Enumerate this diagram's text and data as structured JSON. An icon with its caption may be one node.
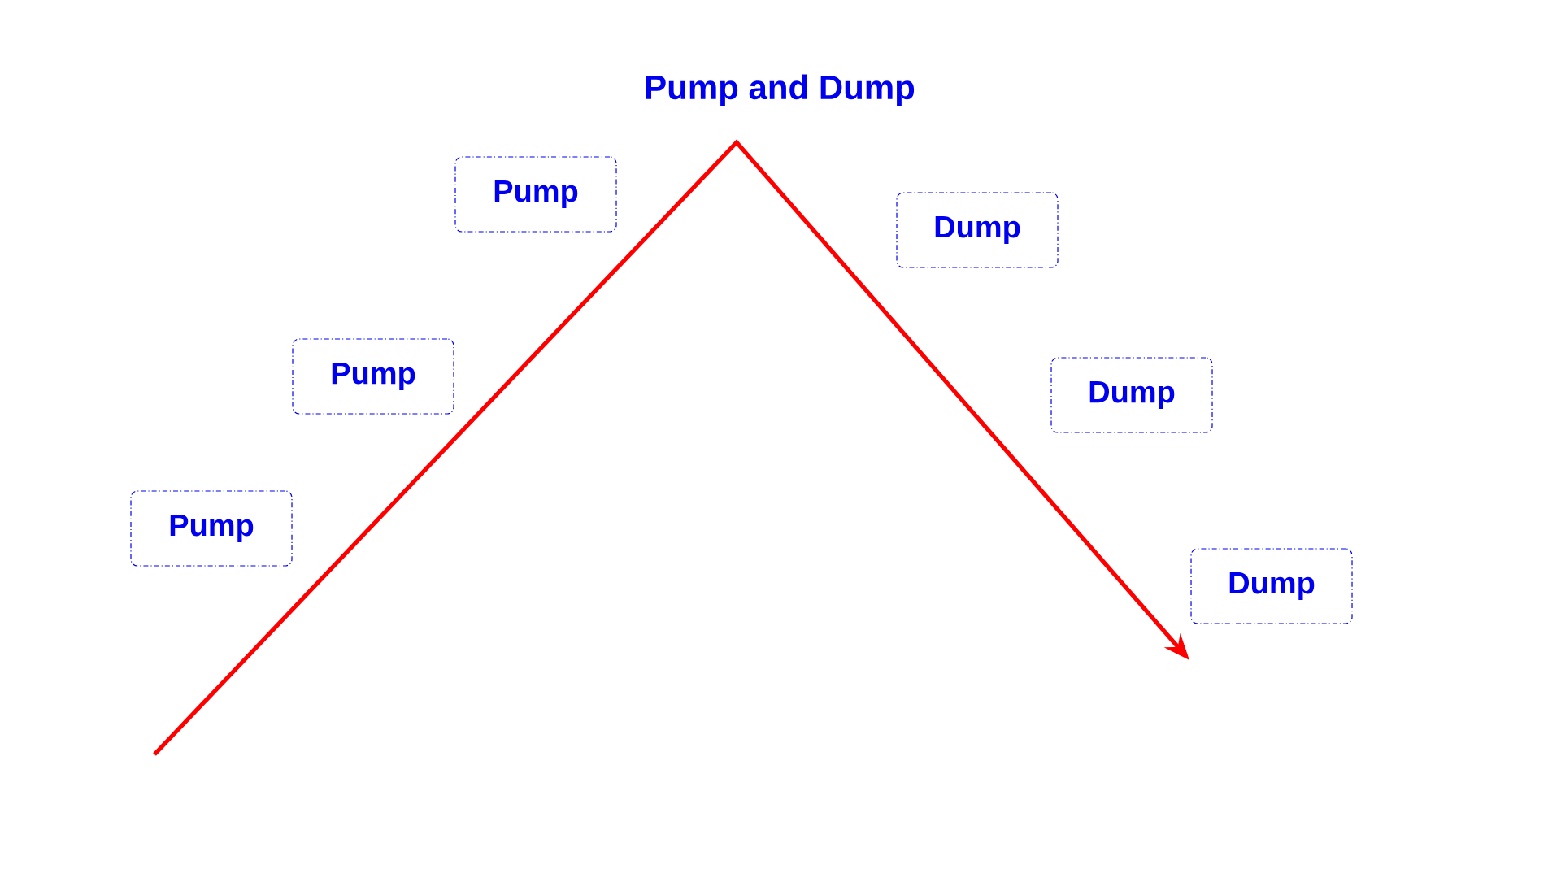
{
  "diagram": {
    "title": "Pump and Dump",
    "nodes": [
      {
        "text": [
          "Pump"
        ]
      },
      {
        "text": [
          "Pump"
        ]
      },
      {
        "text": [
          "Pump"
        ]
      },
      {
        "text": [
          "Dump"
        ]
      },
      {
        "text": [
          "Dump"
        ]
      },
      {
        "text": [
          "Dump"
        ]
      }
    ]
  }
}
